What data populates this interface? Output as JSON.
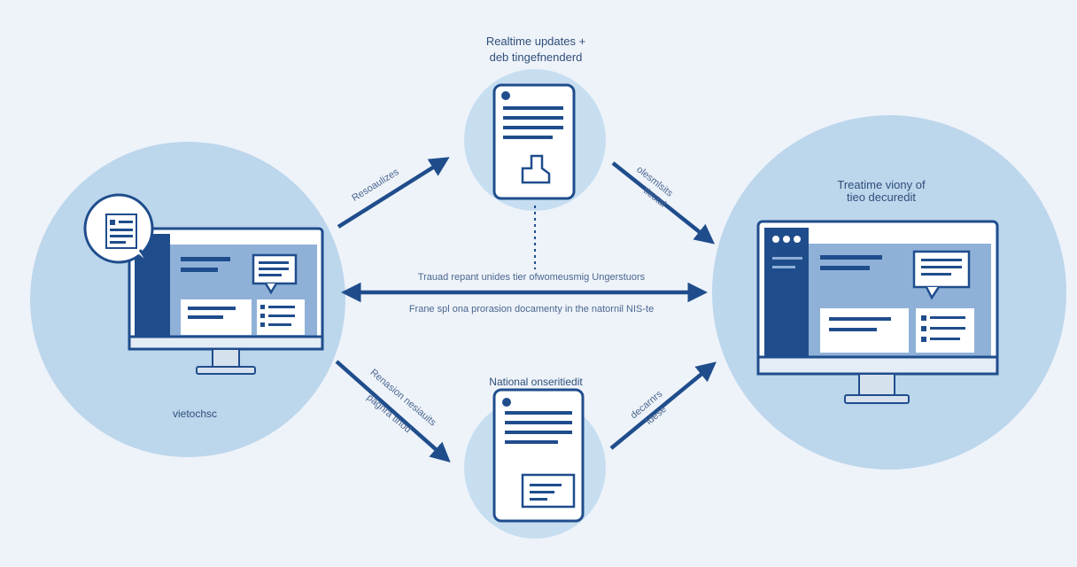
{
  "colors": {
    "background": "#eef3f9",
    "circle": "#bcd6ec",
    "circle_small": "#c7def1",
    "navy": "#1f4d8c",
    "panel": "#8fb1d8",
    "white": "#ffffff"
  },
  "labels": {
    "top_title_line1": "Realtime updates +",
    "top_title_line2": "deb tingefnenderd",
    "right_title_line1": "Treatime viony of",
    "right_title_line2": "tieo decuredit",
    "left_caption": "vietochsc",
    "bottom_title": "National onseritiedit",
    "center_top": "Trauad repant unides tier ofwomeusmig Ungerstuors",
    "center_bottom": "Frane spl ona prorasion docamenty in the natornil NIS-te",
    "arrow_top_left": "Resoaulizes",
    "arrow_top_right_line1": "olesmlsits",
    "arrow_top_right_line2": "tiestal",
    "arrow_bottom_left_line1": "Renasion nesiauits",
    "arrow_bottom_left_line2": "pagnra tinod",
    "arrow_bottom_right_line1": "decarnrs",
    "arrow_bottom_right_line2": "ldese"
  }
}
